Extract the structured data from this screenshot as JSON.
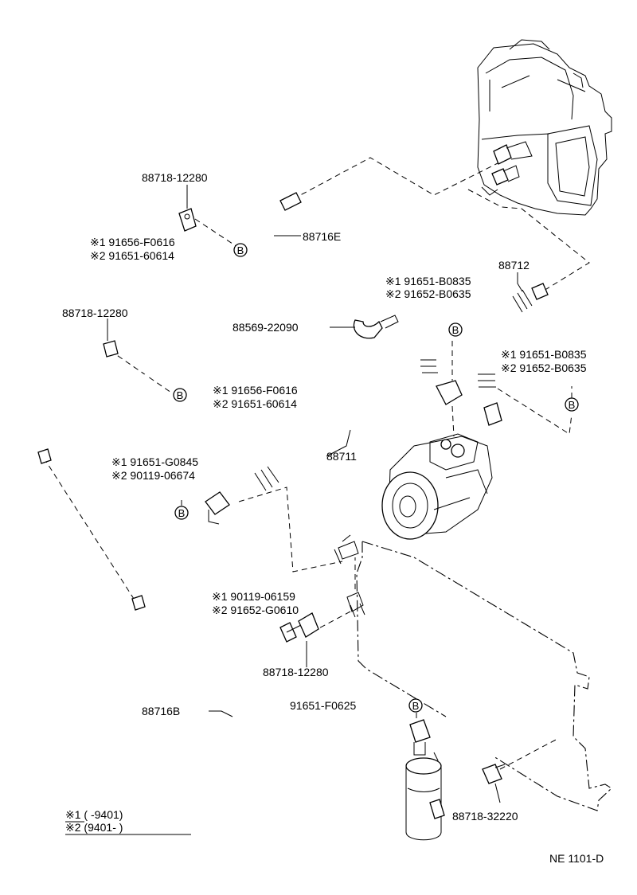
{
  "labels": {
    "p88718_top": "88718-12280",
    "p88716e": "88716E",
    "top_s1": "※1  91656-F0616",
    "top_s2": "※2  91651-60614",
    "p88718_left": "88718-12280",
    "mid_s1": "※1  91656-F0616",
    "mid_s2": "※2  91651-60614",
    "p88569": "88569-22090",
    "hose_s1": "※1  91651-B0835",
    "hose_s2": "※2  91652-B0635",
    "p88712": "88712",
    "right_s1": "※1  91651-B0835",
    "right_s2": "※2  91652-B0635",
    "p88711": "88711",
    "left_s1": "※1  91651-G0845",
    "left_s2": "※2  90119-06674",
    "cond_s1": "※1  90119-06159",
    "cond_s2": "※2  91652-G0610",
    "p88718_cond": "88718-12280",
    "p88716b": "88716B",
    "p91651_f0625": "91651-F0625",
    "p88718_32220": "88718-32220",
    "legend_1": "※1   (       -9401)",
    "legend_2": "※2  (9401-        )",
    "ref": "NE 1101-D"
  },
  "callout": "B"
}
